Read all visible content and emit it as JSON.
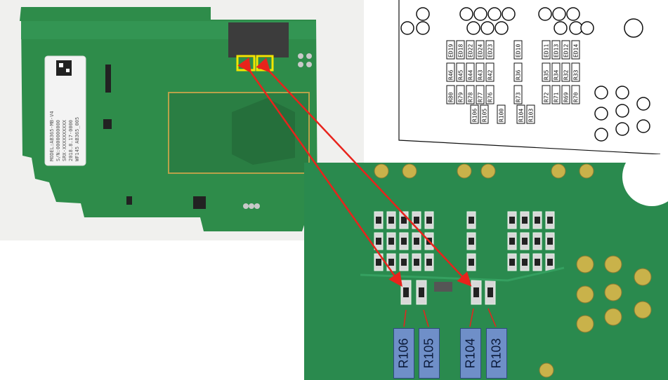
{
  "board_photo": {
    "sticker_lines": [
      "MODEL:AB365-MB-V4",
      "S/N:0000000000",
      "SRX-XXXXXXXXXX",
      "2018.8.17-0000",
      "WF145 AB365_005"
    ]
  },
  "schematic": {
    "resistor_labels": [
      "ED19",
      "ED18",
      "ED22",
      "ED24",
      "ED23",
      "ED10",
      "ED11",
      "ED13",
      "ED12",
      "ED14",
      "R46",
      "R45",
      "R44",
      "R43",
      "R42",
      "R36",
      "R35",
      "R34",
      "R32",
      "R33",
      "R80",
      "R79",
      "R78",
      "R77",
      "R76",
      "R73",
      "R72",
      "R71",
      "R69",
      "R70",
      "R106",
      "R105",
      "R100",
      "R104",
      "R103"
    ]
  },
  "closeup": {
    "labels": [
      "R106",
      "R105",
      "R104",
      "R103"
    ]
  },
  "colors": {
    "pcb_green": "#2f8f4f",
    "highlight_yellow": "#f2e600",
    "arrow_red": "#e8231c",
    "label_blue": "#6f8fc8"
  }
}
